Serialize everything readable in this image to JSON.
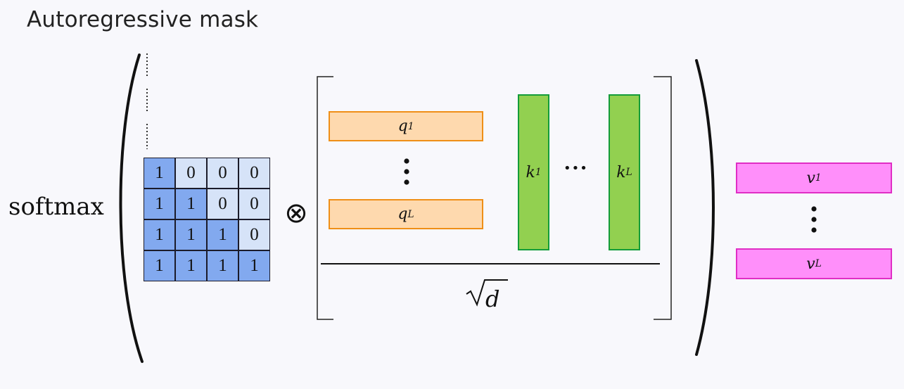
{
  "title": "Autoregressive mask",
  "softmax_label": "softmax",
  "mask_matrix": [
    [
      "1",
      "0",
      "0",
      "0"
    ],
    [
      "1",
      "1",
      "0",
      "0"
    ],
    [
      "1",
      "1",
      "1",
      "0"
    ],
    [
      "1",
      "1",
      "1",
      "1"
    ]
  ],
  "otimes_symbol": "⊗",
  "queries": {
    "first": {
      "base": "q",
      "sub": "1"
    },
    "last": {
      "base": "q",
      "sub": "L"
    }
  },
  "keys": {
    "first": {
      "base": "k",
      "sub": "1"
    },
    "last": {
      "base": "k",
      "sub": "L"
    },
    "ellipsis": "•••"
  },
  "values": {
    "first": {
      "base": "v",
      "sub": "1"
    },
    "last": {
      "base": "v",
      "sub": "L"
    }
  },
  "denominator": "d",
  "colors": {
    "mask_one": "#82a9ef",
    "mask_zero": "#d6e3f8",
    "query_fill": "#fed9ae",
    "query_border": "#ef8f17",
    "key_fill": "#92d050",
    "key_border": "#139c3a",
    "value_fill": "#ff8ffa",
    "value_border": "#e02ec5"
  }
}
